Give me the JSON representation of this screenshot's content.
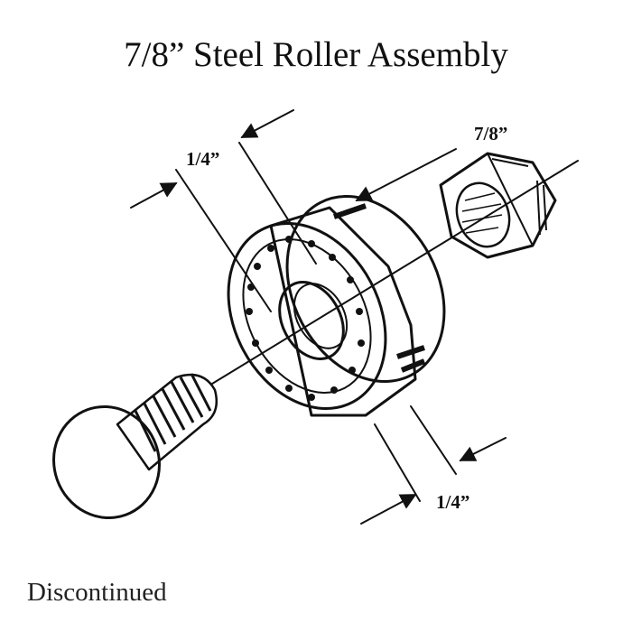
{
  "title": "7/8” Steel Roller Assembly",
  "status": "Discontinued",
  "dimensions": {
    "top_width": "1/4”",
    "outer_diameter": "7/8”",
    "bottom_width": "1/4”"
  },
  "parts": [
    "carriage-bolt",
    "bearing-roller",
    "hex-nut"
  ]
}
